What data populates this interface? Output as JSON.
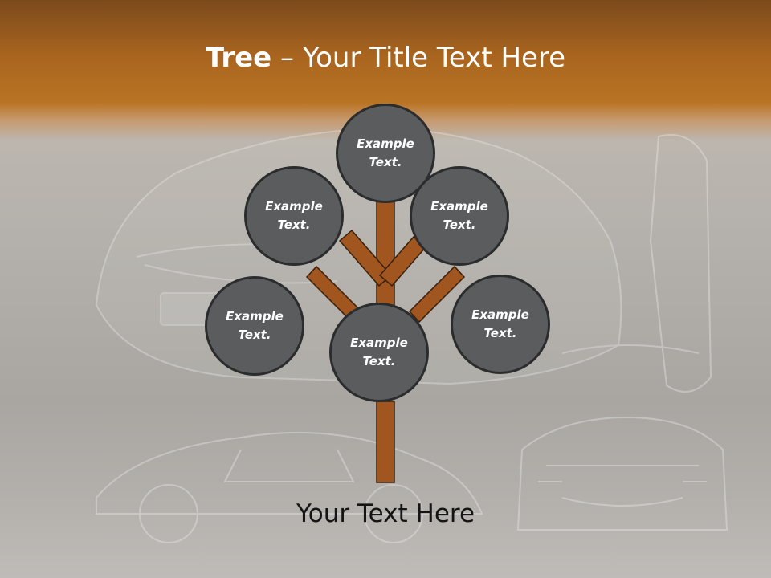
{
  "slide": {
    "title_bold": "Tree",
    "title_rest": " – Your Title Text Here",
    "footer": "Your Text Here"
  },
  "tree": {
    "trunk_color": "#a0561e",
    "node_fill": "#5b5c5e",
    "node_border": "#2b2c2d",
    "nodes": [
      {
        "label": "Example\nText."
      },
      {
        "label": "Example\nText."
      },
      {
        "label": "Example\nText."
      },
      {
        "label": "Example\nText."
      },
      {
        "label": "Example\nText."
      },
      {
        "label": "Example\nText."
      }
    ]
  }
}
